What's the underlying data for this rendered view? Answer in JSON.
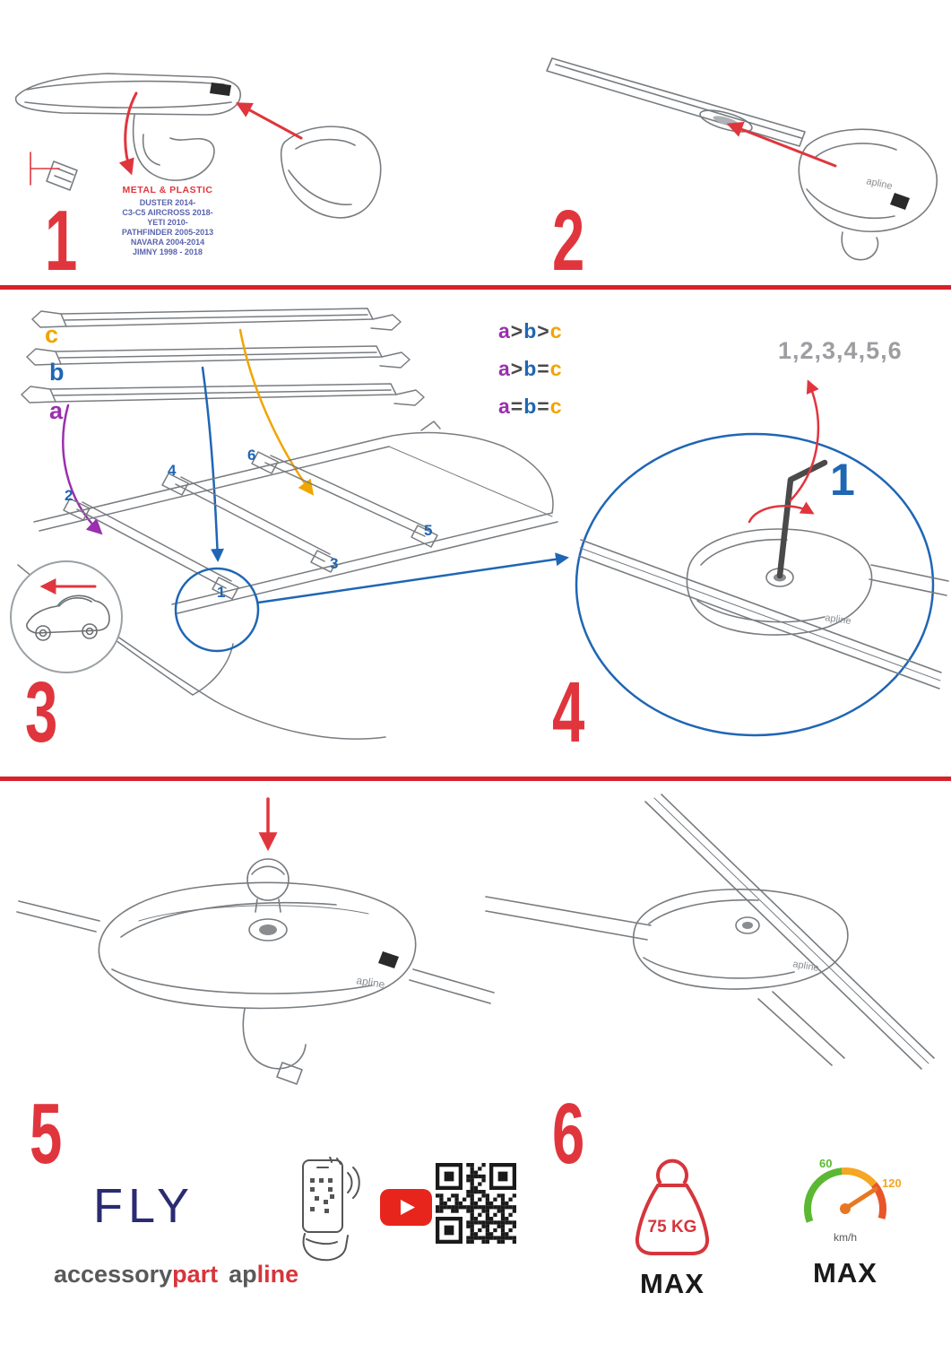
{
  "colors": {
    "accent_red": "#e0353d",
    "blue": "#1f66b5",
    "purple": "#9b2fae",
    "orange": "#f0a500",
    "navy": "#2b2b72",
    "text_gray": "#58595b"
  },
  "steps": {
    "n1": "1",
    "n2": "2",
    "n3": "3",
    "n4": "4",
    "n5": "5",
    "n6": "6"
  },
  "panel1": {
    "material_label": "METAL & PLASTIC",
    "models": [
      "DUSTER 2014-",
      "C3-C5 AIRCROSS 2018-",
      "YETI 2010-",
      "PATHFINDER 2005-2013",
      "NAVARA 2004-2014",
      "JIMNY 1998 - 2018"
    ]
  },
  "panel3": {
    "bar_labels": {
      "a": "a",
      "b": "b",
      "c": "c"
    },
    "formulas": {
      "f1": {
        "a": "a",
        "op1": ">",
        "b": "b",
        "op2": ">",
        "c": "c"
      },
      "f2": {
        "a": "a",
        "op1": ">",
        "b": "b",
        "op2": "=",
        "c": "c"
      },
      "f3": {
        "a": "a",
        "op1": "=",
        "b": "b",
        "op2": "=",
        "c": "c"
      }
    },
    "positions": {
      "p1": "1",
      "p2": "2",
      "p3": "3",
      "p4": "4",
      "p5": "5",
      "p6": "6"
    }
  },
  "panel4": {
    "sequence": "1,2,3,4,5,6",
    "step_highlight": "1"
  },
  "brand": {
    "logo_small": "apline",
    "fly": "FLY",
    "accessory": "accessory",
    "part": "part",
    "ap": "ap",
    "line": "line"
  },
  "footer": {
    "weight_value": "75 KG",
    "weight_max": "MAX",
    "speed_60": "60",
    "speed_120": "120",
    "speed_unit": "km/h",
    "speed_max": "MAX"
  }
}
